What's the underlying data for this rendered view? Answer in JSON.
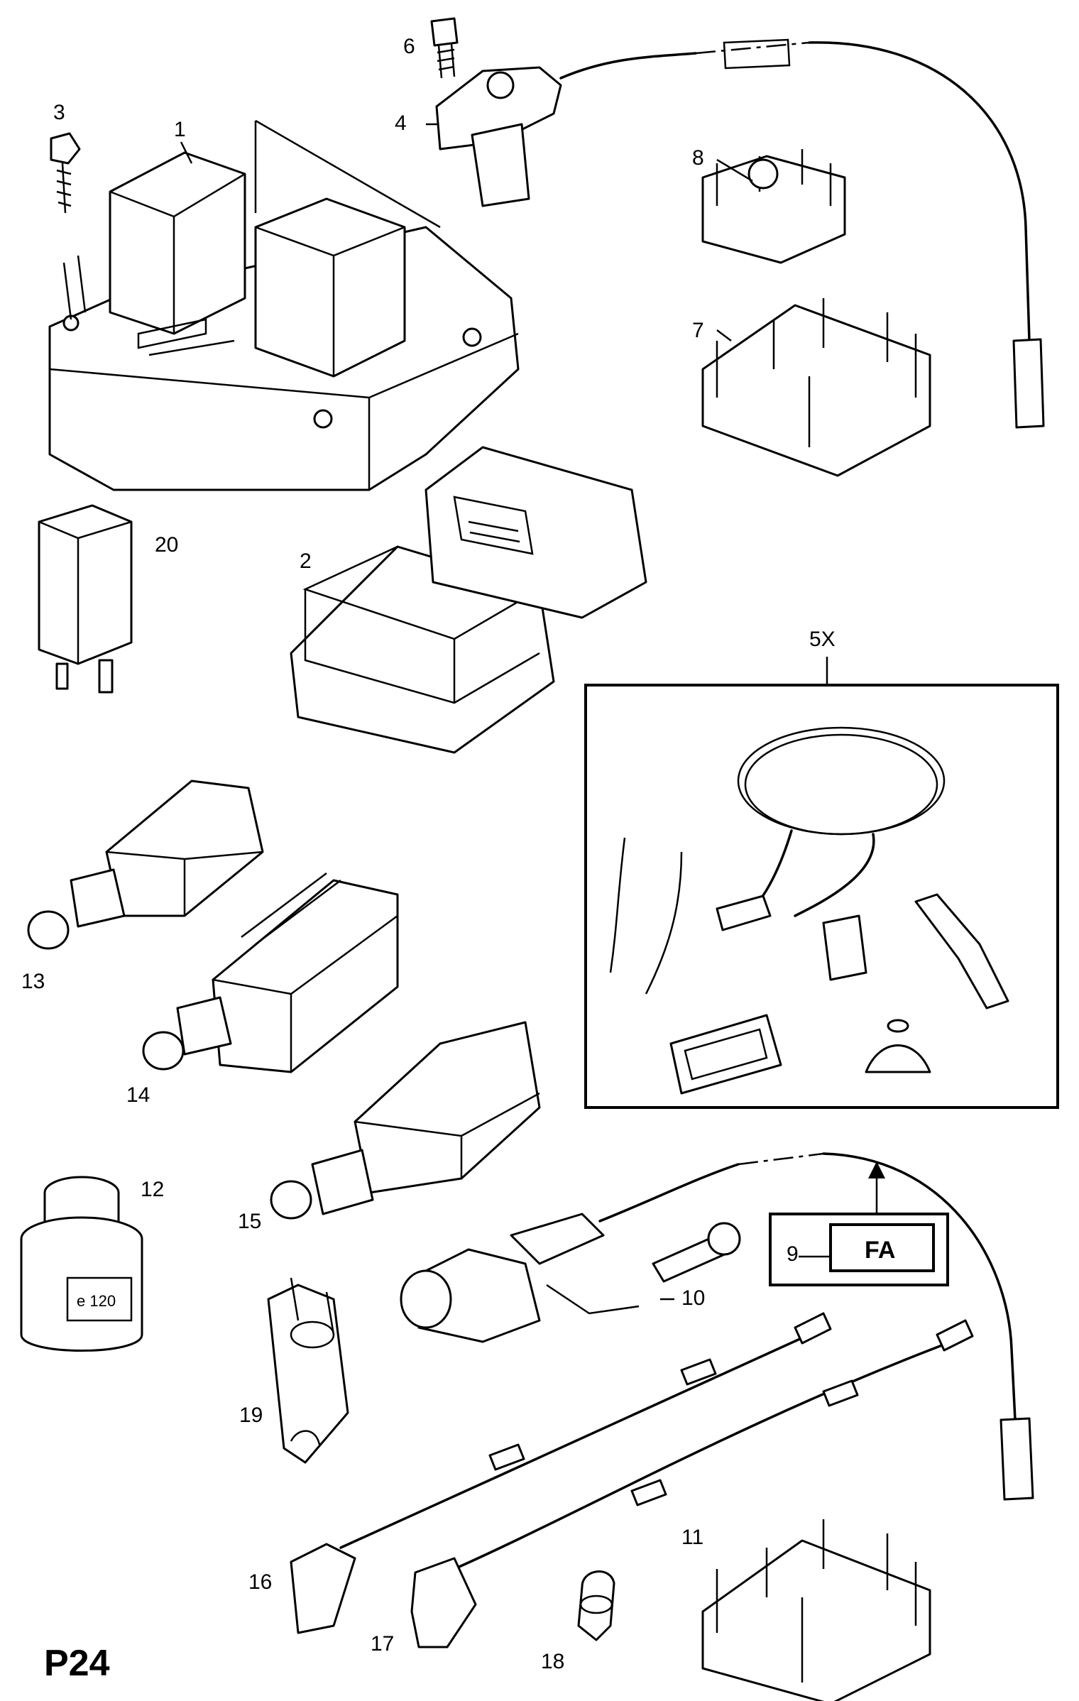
{
  "callouts": {
    "c1": "1",
    "c2": "2",
    "c3": "3",
    "c4": "4",
    "c5": "5X",
    "c6": "6",
    "c7": "7",
    "c8": "8",
    "c9": "9",
    "c10": "10",
    "c11": "11",
    "c12": "12",
    "c13": "13",
    "c14": "14",
    "c15": "15",
    "c16": "16",
    "c17": "17",
    "c18": "18",
    "c19": "19",
    "c20": "20"
  },
  "ref_box": {
    "code": "FA"
  },
  "jar_label": "e 120",
  "page_code": "P24"
}
